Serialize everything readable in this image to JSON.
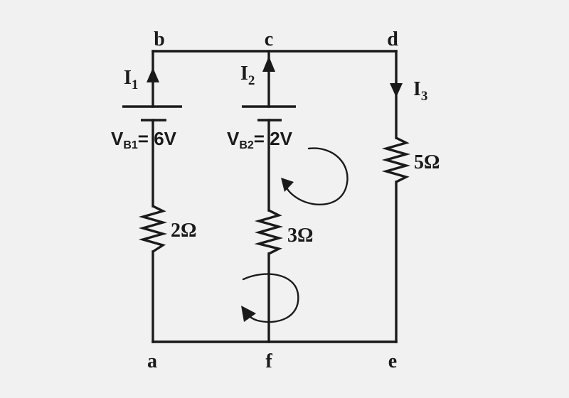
{
  "nodes": {
    "a": "a",
    "b": "b",
    "c": "c",
    "d": "d",
    "e": "e",
    "f": "f"
  },
  "currents": {
    "i1": {
      "main": "I",
      "sub": "1"
    },
    "i2": {
      "main": "I",
      "sub": "2"
    },
    "i3": {
      "main": "I",
      "sub": "3"
    }
  },
  "batteries": {
    "b1": {
      "main": "V",
      "sub": "B1",
      "value": "= 6V"
    },
    "b2": {
      "main": "V",
      "sub": "B2",
      "value": "= 2V"
    }
  },
  "resistors": {
    "r1": "2Ω",
    "r2": "3Ω",
    "r3": "5Ω"
  },
  "colors": {
    "ink": "#1a1a1a",
    "background": "#f1f1f1"
  }
}
